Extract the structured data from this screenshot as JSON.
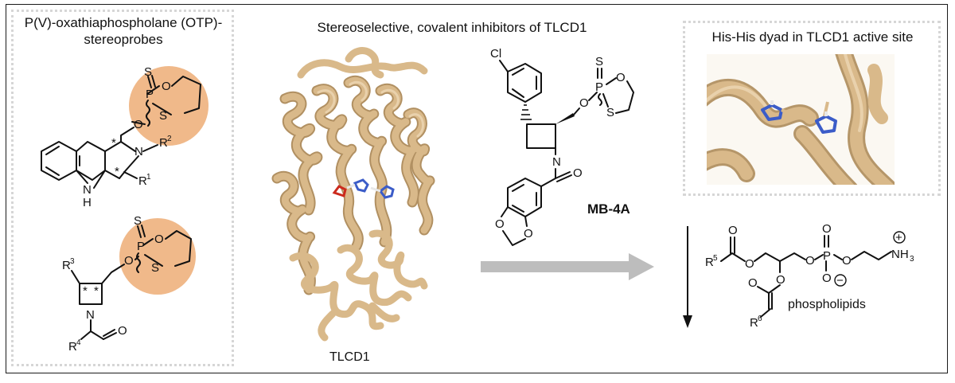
{
  "colors": {
    "protein": "#d9b98a",
    "protein_dark": "#a98552",
    "highlight_circle": "#f0b98a",
    "arrow_gray": "#bdbdbd",
    "dashed_border": "#d6d6d6",
    "nitrogen_blue": "#3b5cc8",
    "oxygen_red": "#cc2a1d"
  },
  "left_panel": {
    "title": "P(V)-oxathiaphospholane (OTP)-\nstereoprobes",
    "compound1": {
      "atoms": {
        "P": "P",
        "S_exo": "S",
        "S_ring": "S",
        "O_ring": "O",
        "O_link": "O",
        "N": "N",
        "NH": "N",
        "H": "H"
      },
      "stereo_marks": [
        "*",
        "*"
      ],
      "substituents": {
        "R2": "R",
        "R2_sup": "2",
        "R1": "R",
        "R1_sup": "1"
      }
    },
    "compound2": {
      "atoms": {
        "P": "P",
        "S_exo": "S",
        "S_ring": "S",
        "O_ring": "O",
        "O_link": "O",
        "N": "N",
        "O_carbonyl": "O"
      },
      "stereo_marks": [
        "*",
        "*"
      ],
      "substituents": {
        "R3": "R",
        "R3_sup": "3",
        "R4": "R",
        "R4_sup": "4"
      }
    }
  },
  "center_panel": {
    "title": "Stereoselective, covalent inhibitors of TLCD1",
    "protein_label": "TLCD1",
    "compound_label": "MB-4A",
    "mb4a_atoms": {
      "Cl": "Cl",
      "O_ring": "O",
      "P": "P",
      "S_exo": "S",
      "S_ring": "S",
      "O_link": "O",
      "N": "N",
      "O_carbonyl": "O",
      "O_diox1": "O",
      "O_diox2": "O"
    }
  },
  "right_panel": {
    "title": "His-His dyad in TLCD1 active site",
    "phospholipid": {
      "label": "phospholipids",
      "atoms": {
        "O1": "O",
        "O2": "O",
        "O3": "O",
        "O4": "O",
        "O5": "O",
        "O6": "O",
        "O7": "O",
        "O8": "O",
        "P": "P",
        "N": "NH",
        "N_sub": "3",
        "plus": "+",
        "minus": "−"
      },
      "substituents": {
        "R5": "R",
        "R5_sup": "5",
        "R6": "R",
        "R6_sup": "6"
      }
    }
  }
}
